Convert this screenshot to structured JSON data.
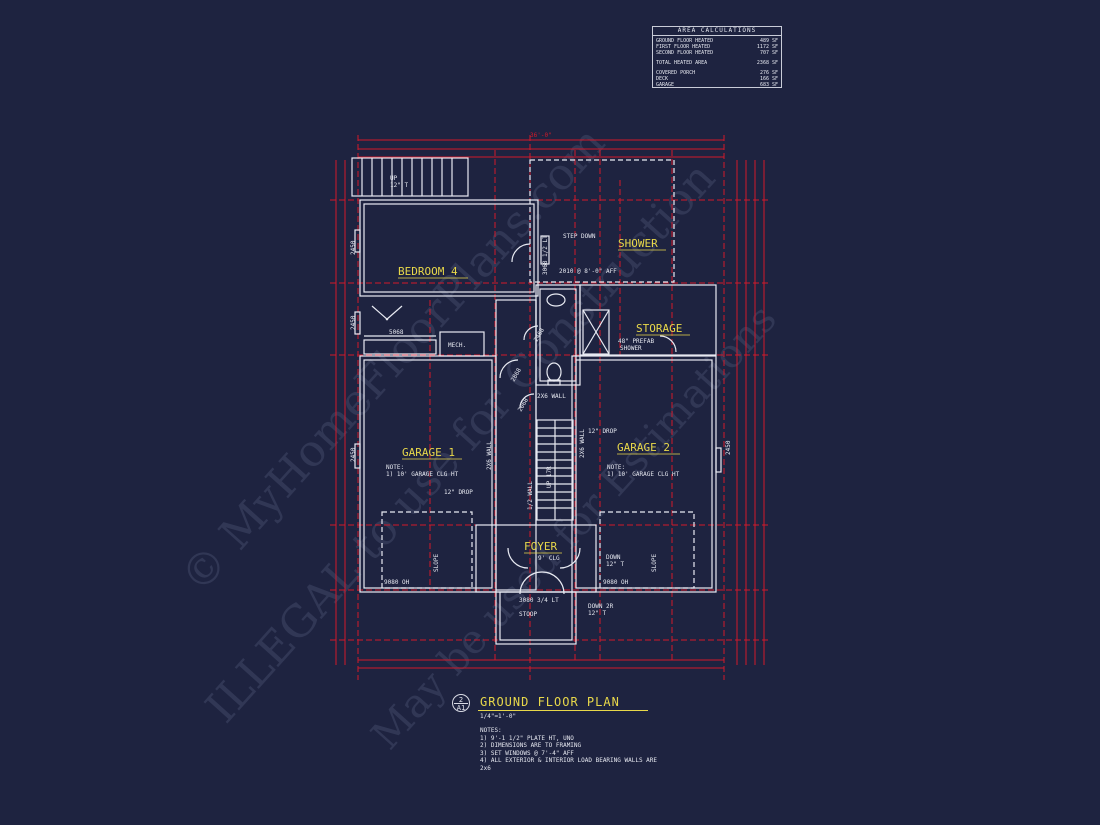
{
  "watermark": {
    "line1": "© MyHomeFloorPlans.com",
    "line2": "ILLEGAL to use for Construction",
    "line3": "May be used for Estimations"
  },
  "area_calculations": {
    "title": "AREA CALCULATIONS",
    "rows": [
      {
        "label": "GROUND FLOOR HEATED",
        "value": "489 SF"
      },
      {
        "label": "FIRST FLOOR HEATED",
        "value": "1172 SF"
      },
      {
        "label": "SECOND FLOOR HEATED",
        "value": "707 SF"
      },
      {
        "label": "TOTAL HEATED AREA",
        "value": "2368 SF"
      },
      {
        "label": "COVERED PORCH",
        "value": "276 SF"
      },
      {
        "label": "DECK",
        "value": "166 SF"
      },
      {
        "label": "GARAGE",
        "value": "683 SF"
      }
    ]
  },
  "rooms": {
    "bedroom4": "BEDROOM 4",
    "shower": "SHOWER",
    "storage": "STORAGE",
    "garage1": "GARAGE 1",
    "garage2": "GARAGE 2",
    "foyer": "FOYER"
  },
  "annotations": {
    "stair_up": "UP",
    "stair_up_rise": "12\" T",
    "step_down": "STEP DOWN",
    "door_3068": "3068 1/2 LT",
    "opening_2010": "2010 @ 8'-0\" AFF",
    "window_5068": "5068",
    "mech": "MECH.",
    "door_2468": "2468",
    "door_2868": "2868",
    "door_2068": "2068",
    "prefab_shower_1": "48\" PREFAB",
    "prefab_shower_2": "SHOWER",
    "wall_2x6": "2X6 WALL",
    "drop_12_a": "12\" DROP",
    "drop_12_b": "12\" DROP",
    "note_label_1": "NOTE:",
    "note_text_1": "1) 10' GARAGE CLG HT",
    "note_label_2": "NOTE:",
    "note_text_2": "1) 10' GARAGE CLG HT",
    "wall_2x6_v1": "2X6 WALL",
    "wall_2x6_v2": "2X6 WALL",
    "half_wall": "1/2 WALL",
    "stair_up2": "UP 17R",
    "window_2450_a": "2450",
    "window_2450_b": "2450",
    "window_2450_c": "2450",
    "window_2450_d": "2450",
    "foyer_clg": "9' CLG",
    "garage_door_1": "9080 OH",
    "garage_door_2": "9080 OH",
    "slope_1": "SLOPE",
    "slope_2": "SLOPE",
    "down_1": "DOWN",
    "down_1_rise": "12\" T",
    "entry_door": "3080 3/4 LT",
    "stoop": "STOOP",
    "down_2": "DOWN 2R",
    "down_2_rise": "12\" T",
    "dim_top_overall": "36'-0\""
  },
  "title_block": {
    "sheet_num": "2",
    "sheet_ref": "A1",
    "title": "GROUND FLOOR PLAN",
    "scale": "1/4\"=1'-0\""
  },
  "notes": {
    "heading": "NOTES:",
    "items": [
      "1) 9'-1 1/2\" PLATE HT, UNO",
      "2) DIMENSIONS ARE TO FRAMING",
      "3) SET WINDOWS @ 7'-4\" AFF",
      "4) ALL EXTERIOR & INTERIOR LOAD BEARING WALLS ARE",
      "2x6"
    ]
  },
  "colors": {
    "background": "#1e2340",
    "walls": "#e8eaf2",
    "dimensions": "#d11a2a",
    "room_labels": "#e8d84a",
    "text": "#e6e8f0"
  }
}
